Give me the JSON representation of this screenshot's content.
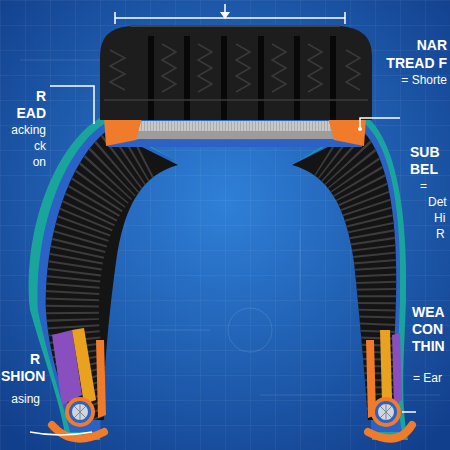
{
  "diagram": {
    "labels": [
      "NAR",
      "TREAD F",
      "= Shorte",
      "R",
      "EAD",
      "acking",
      "ck",
      "on",
      "SUB",
      "BEL",
      "=",
      "Det",
      "Hi",
      "R",
      "WEA",
      "CON",
      "THIN",
      "= Ear",
      "R",
      "SHION",
      "asing"
    ]
  }
}
